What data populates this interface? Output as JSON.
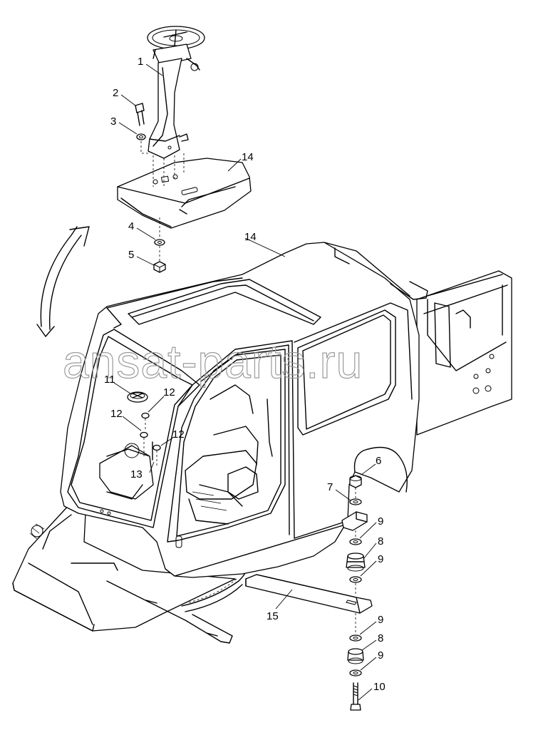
{
  "watermark": "ansat-parts.ru",
  "callouts": [
    {
      "id": "c1",
      "text": "1"
    },
    {
      "id": "c2",
      "text": "2"
    },
    {
      "id": "c3",
      "text": "3"
    },
    {
      "id": "c14a",
      "text": "14"
    },
    {
      "id": "c4",
      "text": "4"
    },
    {
      "id": "c5",
      "text": "5"
    },
    {
      "id": "c14b",
      "text": "14"
    },
    {
      "id": "c11",
      "text": "11"
    },
    {
      "id": "c12a",
      "text": "12"
    },
    {
      "id": "c12b",
      "text": "12"
    },
    {
      "id": "c12c",
      "text": "12"
    },
    {
      "id": "c13",
      "text": "13"
    },
    {
      "id": "c6",
      "text": "6"
    },
    {
      "id": "c7",
      "text": "7"
    },
    {
      "id": "c9a",
      "text": "9"
    },
    {
      "id": "c8a",
      "text": "8"
    },
    {
      "id": "c9b",
      "text": "9"
    },
    {
      "id": "c15",
      "text": "15"
    },
    {
      "id": "c9c",
      "text": "9"
    },
    {
      "id": "c8b",
      "text": "8"
    },
    {
      "id": "c9d",
      "text": "9"
    },
    {
      "id": "c10",
      "text": "10"
    }
  ]
}
